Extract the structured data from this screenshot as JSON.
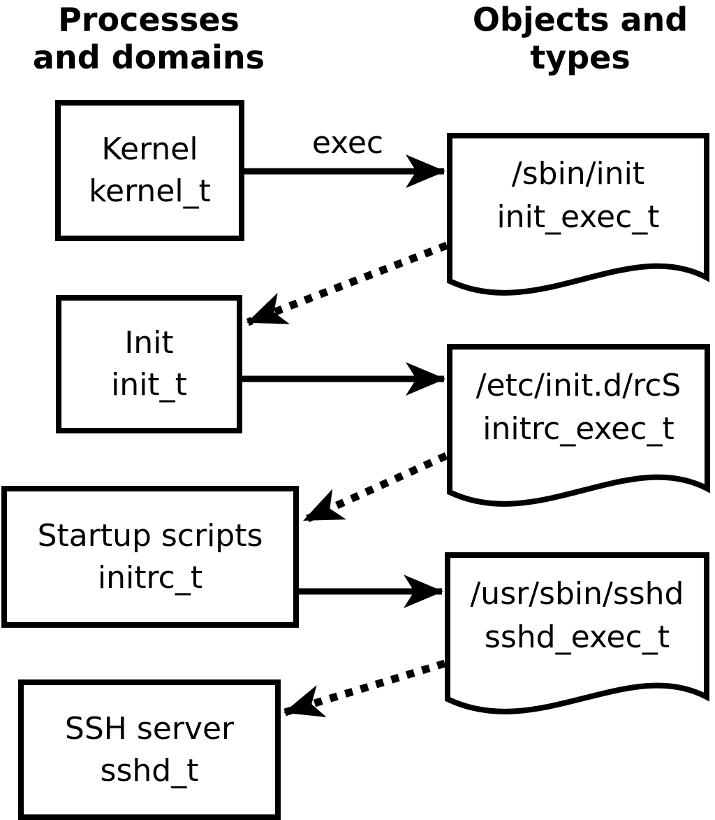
{
  "title_left": {
    "line1": "Processes",
    "line2": "and domains"
  },
  "title_right": {
    "line1": "Objects and",
    "line2": "types"
  },
  "arrow_label": "exec",
  "processes": [
    {
      "name": "Kernel",
      "domain": "kernel_t"
    },
    {
      "name": "Init",
      "domain": "init_t"
    },
    {
      "name": "Startup scripts",
      "domain": "initrc_t"
    },
    {
      "name": "SSH server",
      "domain": "sshd_t"
    }
  ],
  "objects": [
    {
      "path": "/sbin/init",
      "type": "init_exec_t"
    },
    {
      "path": "/etc/init.d/rcS",
      "type": "initrc_exec_t"
    },
    {
      "path": "/usr/sbin/sshd",
      "type": "sshd_exec_t"
    }
  ],
  "edges": [
    {
      "from": "kernel_t",
      "to": "init_exec_t",
      "style": "solid",
      "label": "exec"
    },
    {
      "from": "init_exec_t",
      "to": "init_t",
      "style": "dotted",
      "label": ""
    },
    {
      "from": "init_t",
      "to": "initrc_exec_t",
      "style": "solid",
      "label": ""
    },
    {
      "from": "initrc_exec_t",
      "to": "initrc_t",
      "style": "dotted",
      "label": ""
    },
    {
      "from": "initrc_t",
      "to": "sshd_exec_t",
      "style": "solid",
      "label": ""
    },
    {
      "from": "sshd_exec_t",
      "to": "sshd_t",
      "style": "dotted",
      "label": ""
    }
  ],
  "colors": {
    "foreground": "#000000",
    "background": "#ffffff"
  }
}
